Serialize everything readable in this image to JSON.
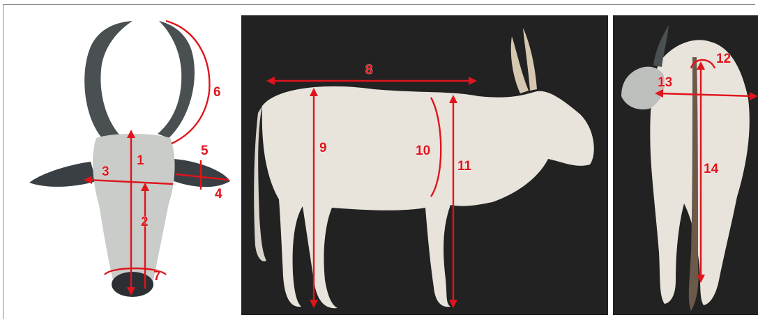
{
  "figure": {
    "panels": [
      {
        "id": "head",
        "labels": [
          "1",
          "2",
          "3",
          "4",
          "5",
          "6",
          "7"
        ]
      },
      {
        "id": "side",
        "labels": [
          "8",
          "9",
          "10",
          "11"
        ]
      },
      {
        "id": "rear",
        "labels": [
          "12",
          "13",
          "14"
        ]
      }
    ]
  },
  "colors": {
    "measure_line": "#e0141c",
    "background_dark": "#222222",
    "cattle_coat": "#e8e4dc",
    "horn": "#4a4f52"
  }
}
